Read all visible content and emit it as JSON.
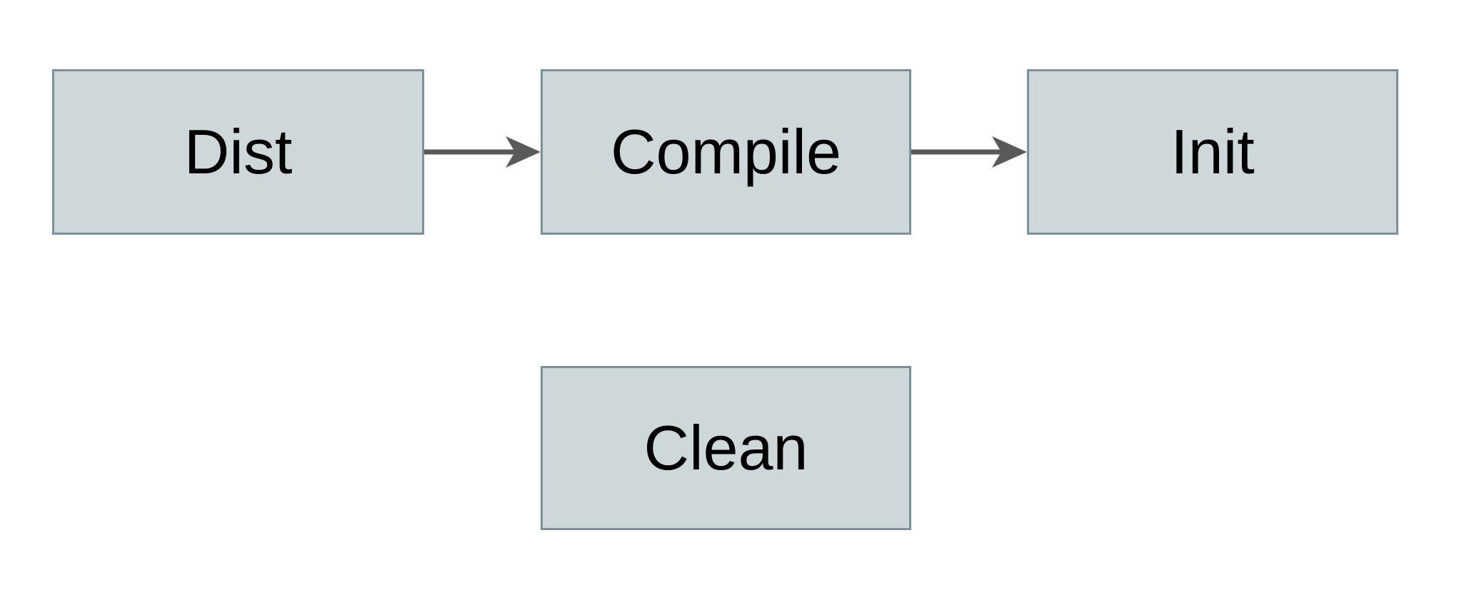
{
  "diagram": {
    "title": "build-targets-flow",
    "background_color": "#ffffff",
    "node_fill_color": "#ced8da",
    "node_border_color": "#7b909c",
    "node_text_color": "#000000",
    "arrow_color": "#595959",
    "nodes": [
      {
        "id": "dist",
        "label": "Dist"
      },
      {
        "id": "compile",
        "label": "Compile"
      },
      {
        "id": "init",
        "label": "Init"
      },
      {
        "id": "clean",
        "label": "Clean"
      }
    ],
    "edges": [
      {
        "from": "dist",
        "to": "compile"
      },
      {
        "from": "compile",
        "to": "init"
      }
    ]
  }
}
